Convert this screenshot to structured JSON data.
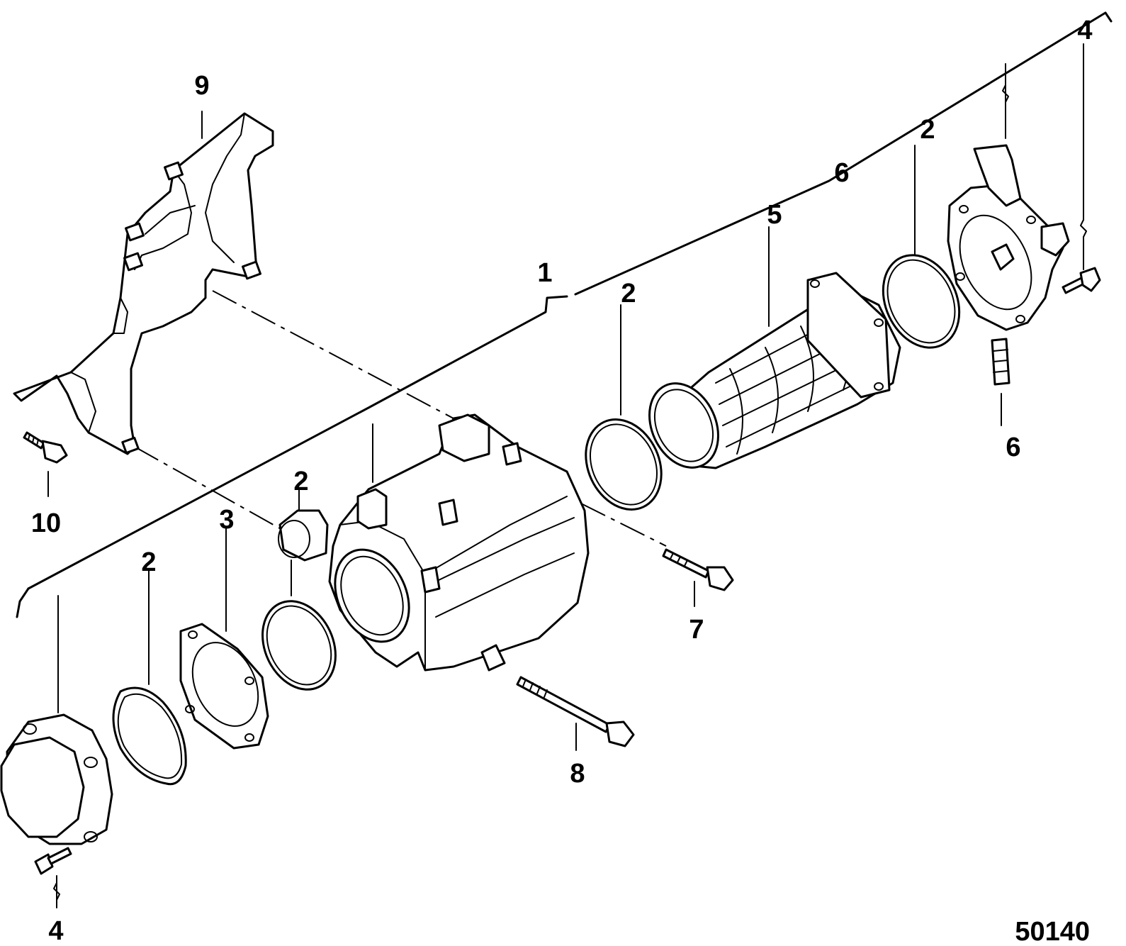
{
  "figure_id": "50140",
  "callouts": {
    "c1": "1",
    "c2a": "2",
    "c2b": "2",
    "c2c": "2",
    "c2d": "2",
    "c3": "3",
    "c4a": "4",
    "c4b": "4",
    "c5": "5",
    "c6a": "6",
    "c6b": "6",
    "c7": "7",
    "c8": "8",
    "c9": "9",
    "c10": "10"
  }
}
